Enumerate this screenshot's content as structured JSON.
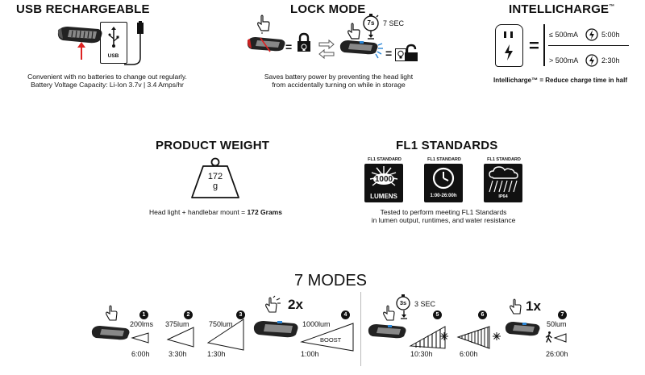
{
  "usb": {
    "title": "USB RECHARGEABLE",
    "port_label": "USB",
    "caption_line1": "Convenient with no batteries to change out regularly.",
    "caption_line2": "Battery Voltage Capacity: Li-Ion 3.7v | 3.4 Amps/hr"
  },
  "lock": {
    "title": "LOCK MODE",
    "timer_badge": "7s",
    "timer_label": "7 SEC",
    "caption_line1": "Saves battery power by preventing the head light",
    "caption_line2": "from accidentally turning on while in storage"
  },
  "intellicharge": {
    "title": "INTELLICHARGE",
    "title_mark": "™",
    "row1_condition": "≤ 500mA",
    "row1_time": "5:00h",
    "row2_condition": "> 500mA",
    "row2_time": "2:30h",
    "caption": "Intellicharge™ = Reduce charge time in half"
  },
  "weight": {
    "title": "PRODUCT WEIGHT",
    "value": "172",
    "unit": "g",
    "caption_prefix": "Head light + handlebar mount = ",
    "caption_bold": "172 Grams"
  },
  "fl1": {
    "title": "FL1 STANDARDS",
    "badges": [
      {
        "header": "FL1 STANDARD",
        "value": "1000",
        "footer": "LUMENS",
        "icon": "light-burst-icon"
      },
      {
        "header": "FL1 STANDARD",
        "footer": "1:00-26:00h",
        "icon": "clock-icon"
      },
      {
        "header": "FL1 STANDARD",
        "footer": "IP64",
        "icon": "rain-cloud-icon"
      }
    ],
    "caption_line1": "Tested to perform meeting FL1 Standards",
    "caption_line2": "in lumen output, runtimes, and water resistance"
  },
  "modes": {
    "title": "7 MODES",
    "press_2x": "2x",
    "press_1x": "1x",
    "hold_badge": "3s",
    "hold_label": "3 SEC",
    "items": [
      {
        "num": "1",
        "label": "200lms",
        "time": "6:00h"
      },
      {
        "num": "2",
        "label": "375lum",
        "time": "3:30h"
      },
      {
        "num": "3",
        "label": "750lum",
        "time": "1:30h"
      },
      {
        "num": "4",
        "label": "1000lum",
        "time": "1:00h",
        "tag": "BOOST"
      },
      {
        "num": "5",
        "label": "",
        "time": "10:30h"
      },
      {
        "num": "6",
        "label": "",
        "time": "6:00h"
      },
      {
        "num": "7",
        "label": "50lum",
        "time": "26:00h"
      }
    ]
  }
}
